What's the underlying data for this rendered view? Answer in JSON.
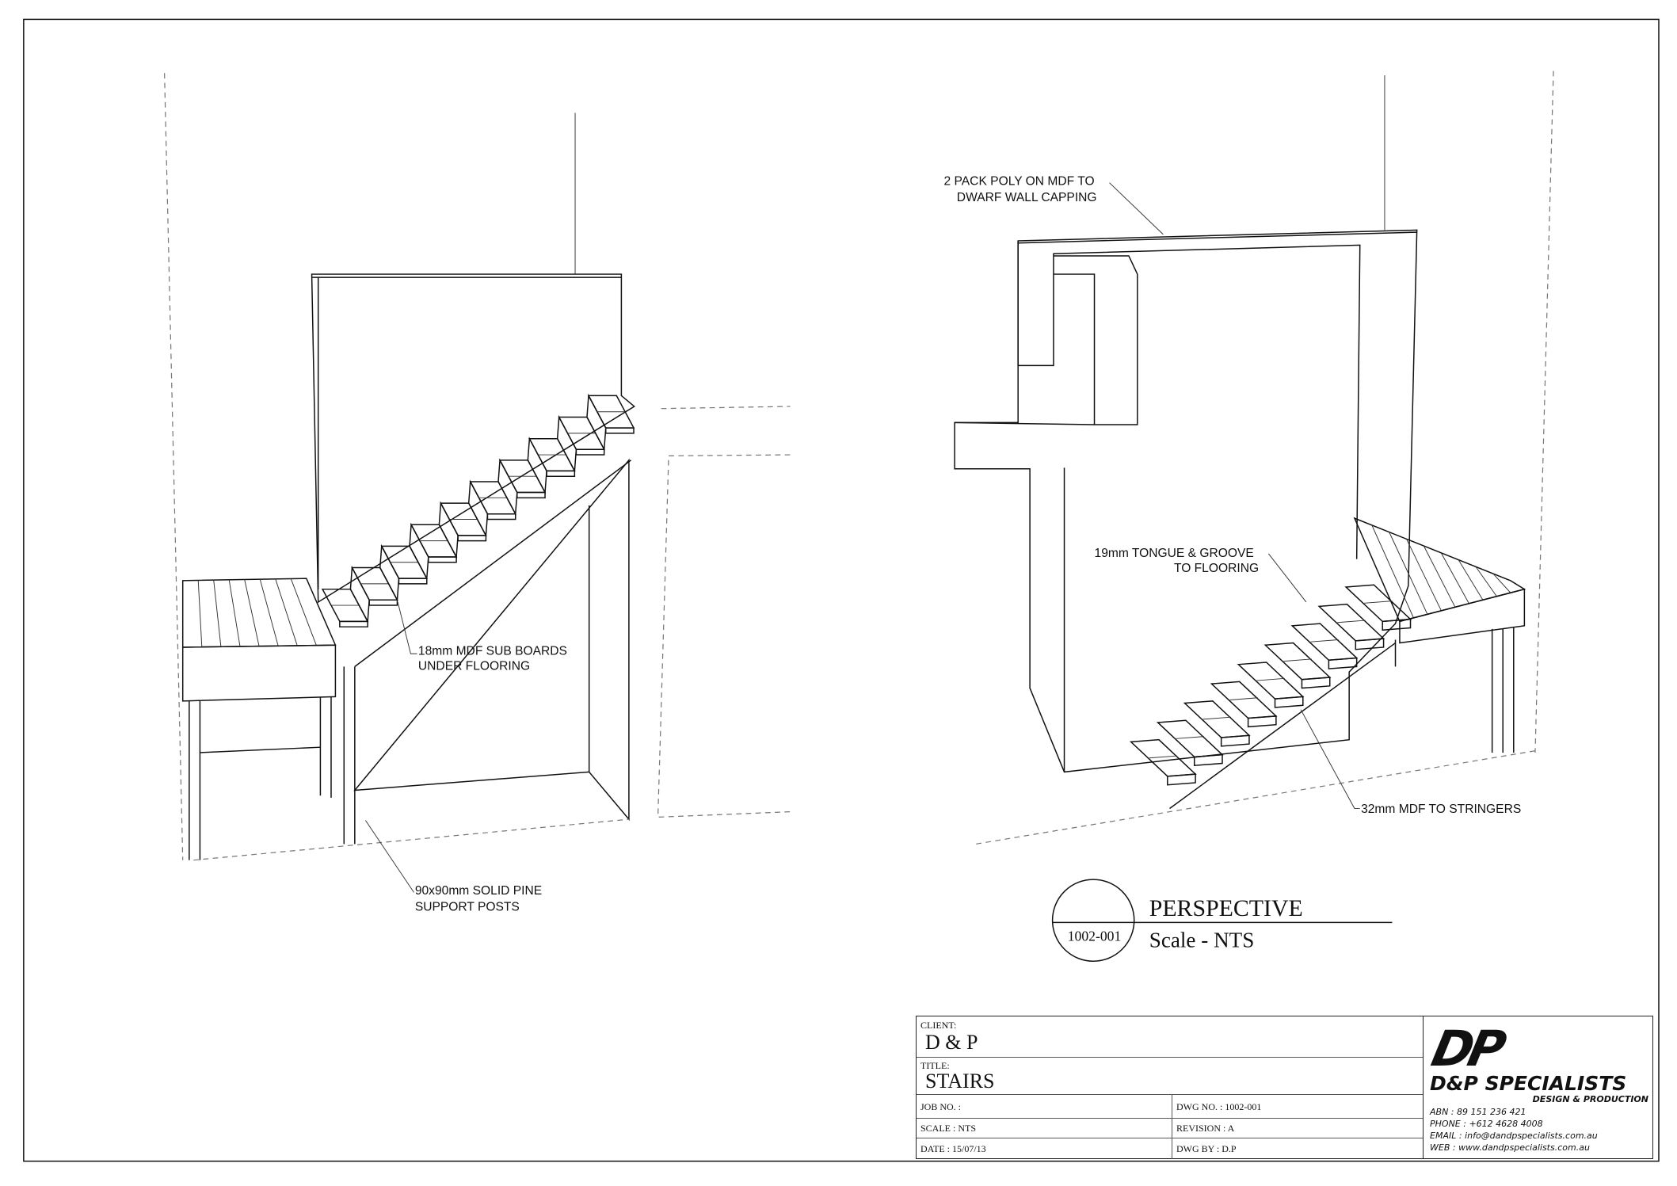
{
  "annotations": {
    "left_posts": [
      "90x90mm SOLID PINE",
      "SUPPORT POSTS"
    ],
    "left_subboards": [
      "18mm MDF SUB BOARDS",
      "UNDER FLOORING"
    ],
    "right_capping": [
      "2 PACK POLY ON MDF TO",
      "DWARF WALL CAPPING"
    ],
    "right_tongue": [
      "19mm TONGUE & GROOVE",
      "TO FLOORING"
    ],
    "right_stringers": [
      "32mm MDF TO STRINGERS"
    ]
  },
  "view_callout": {
    "number": "1002-001",
    "title": "PERSPECTIVE",
    "scale": "Scale - NTS"
  },
  "title_block": {
    "client_label": "CLIENT:",
    "client": "D & P",
    "title_label": "TITLE:",
    "title": "STAIRS",
    "job_no": "JOB NO. :",
    "dwg_no": "DWG NO. : 1002-001",
    "scale": "SCALE : NTS",
    "revision": "REVISION : A",
    "date": "DATE : 15/07/13",
    "dwg_by": "DWG BY :  D.P"
  },
  "company": {
    "logo": "DP",
    "name": "D&P SPECIALISTS",
    "tagline": "DESIGN & PRODUCTION",
    "abn": "ABN : 89 151 236 421",
    "phone": "PHONE : +612 4628 4008",
    "email": "EMAIL : info@dandpspecialists.com.au",
    "web": "WEB : www.dandpspecialists.com.au"
  }
}
